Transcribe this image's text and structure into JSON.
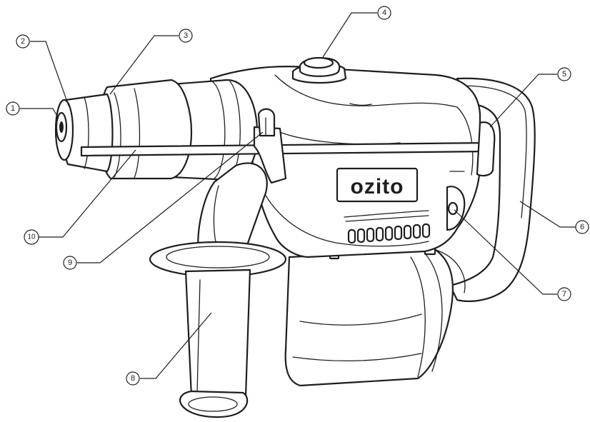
{
  "brand": {
    "name": "ozito"
  },
  "callouts": [
    {
      "label": "1"
    },
    {
      "label": "2"
    },
    {
      "label": "3"
    },
    {
      "label": "4"
    },
    {
      "label": "5"
    },
    {
      "label": "6"
    },
    {
      "label": "7"
    },
    {
      "label": "8"
    },
    {
      "label": "9"
    },
    {
      "label": "10"
    }
  ],
  "colors": {
    "line": "#1e1e1e",
    "background": "#ffffff"
  }
}
